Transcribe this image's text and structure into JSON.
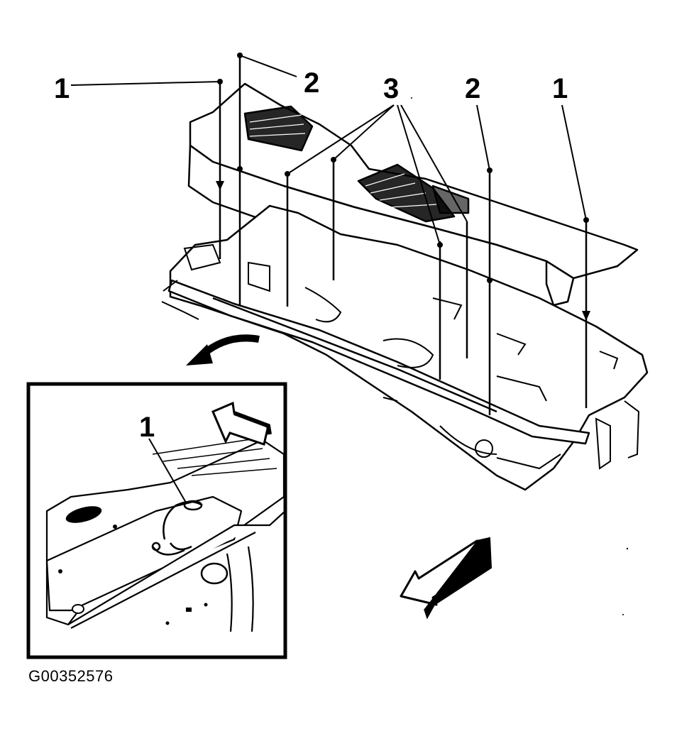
{
  "callouts": {
    "top_left_1": "1",
    "top_left_2": "2",
    "top_center_3": "3",
    "top_right_2": "2",
    "top_right_1": "1",
    "inset_1": "1"
  },
  "figure_id": "G00352576",
  "colors": {
    "ink": "#000000",
    "paper": "#ffffff"
  },
  "icons": {
    "rotate_arrow": "curved-arrow-icon",
    "inset_direction": "direction-arrow-icon",
    "front_direction": "front-arrow-icon"
  }
}
